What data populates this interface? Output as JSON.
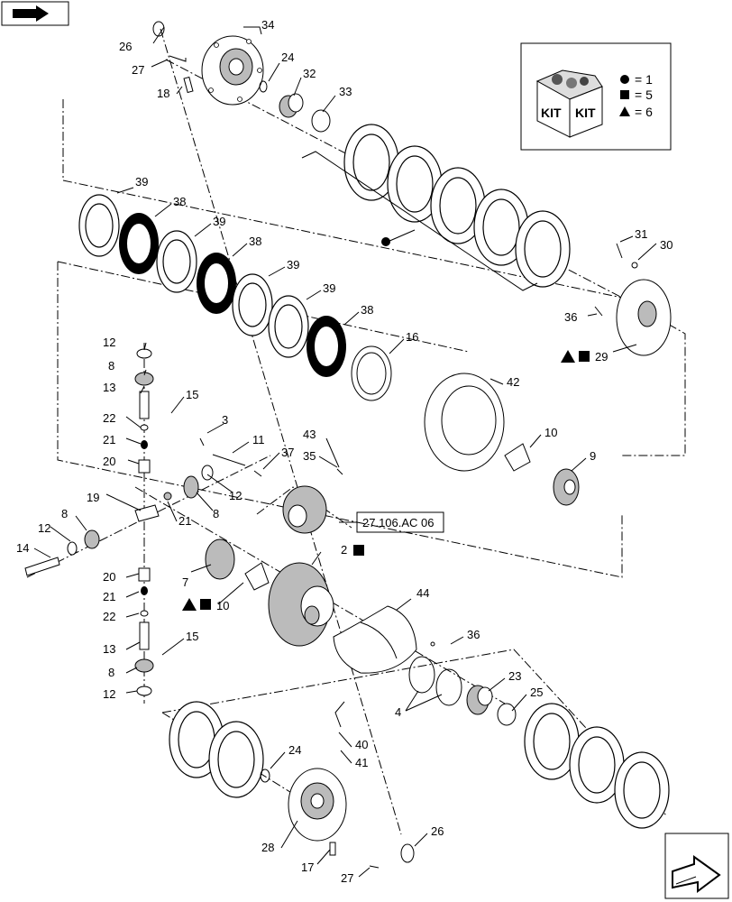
{
  "nav": {
    "back_icon": "arrow-icon",
    "next_icon": "arrow-icon"
  },
  "kit": {
    "box_words": [
      "KIT",
      "KIT"
    ],
    "legend": [
      {
        "symbol": "circle",
        "value": "= 1"
      },
      {
        "symbol": "square",
        "value": "= 5"
      },
      {
        "symbol": "triangle",
        "value": "= 6"
      }
    ]
  },
  "reference": "27.106.AC 06",
  "callouts": {
    "c26a": "26",
    "c34": "34",
    "c27a": "27",
    "c24a": "24",
    "c32": "32",
    "c18": "18",
    "c33": "33",
    "c39a": "39",
    "c38a": "38",
    "c39b": "39",
    "c38b": "38",
    "c39c": "39",
    "c39d": "39",
    "c38c": "38",
    "c16": "16",
    "c31": "31",
    "c30": "30",
    "c36a": "36",
    "c29": "29",
    "c12a": "12",
    "c8a": "8",
    "c13a": "13",
    "c15a": "15",
    "c22a": "22",
    "c21a": "21",
    "c20a": "20",
    "c3": "3",
    "c11": "11",
    "c37": "37",
    "c43": "43",
    "c35": "35",
    "c42": "42",
    "c10a": "10",
    "c9": "9",
    "c12b": "12",
    "c19": "19",
    "c21b": "21",
    "c8b": "8",
    "c8c": "8",
    "c12c": "12",
    "c14": "14",
    "c7": "7",
    "c2": "2",
    "c10b": "10",
    "c44": "44",
    "c20b": "20",
    "c21c": "21",
    "c22b": "22",
    "c36b": "36",
    "c15b": "15",
    "c13b": "13",
    "c8d": "8",
    "c12d": "12",
    "c23": "23",
    "c4": "4",
    "c25": "25",
    "c24b": "24",
    "c40": "40",
    "c41": "41",
    "c28": "28",
    "c26b": "26",
    "c17": "17",
    "c27b": "27"
  }
}
